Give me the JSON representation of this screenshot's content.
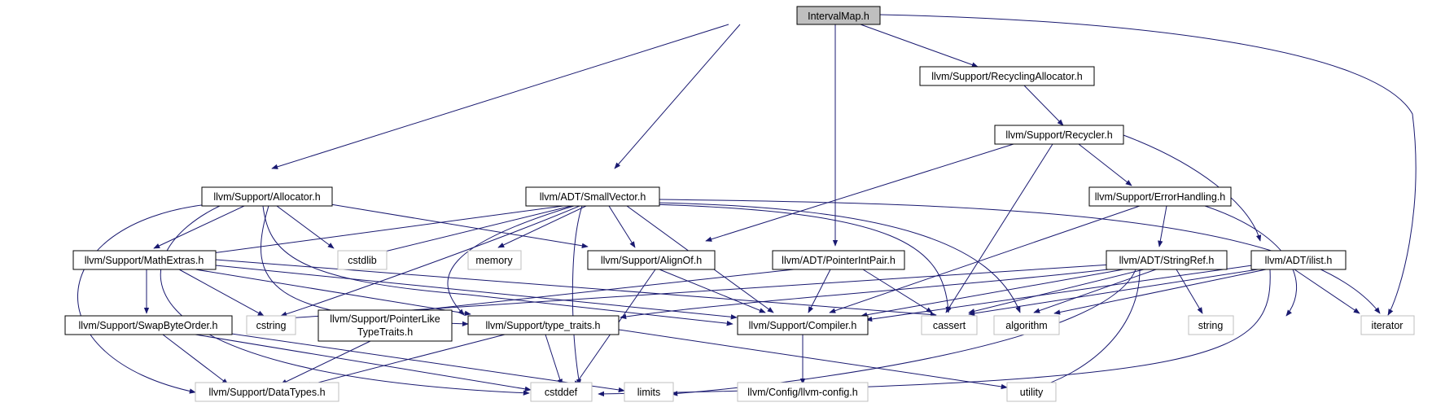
{
  "graph": {
    "edge_color": "#191970",
    "root_fill": "#bfbfbf",
    "system_border": "#bfbfbf",
    "nodes": {
      "intervalmap": "IntervalMap.h",
      "recycling_allocator": "llvm/Support/RecyclingAllocator.h",
      "recycler": "llvm/Support/Recycler.h",
      "allocator": "llvm/Support/Allocator.h",
      "smallvector": "llvm/ADT/SmallVector.h",
      "errorhandling": "llvm/Support/ErrorHandling.h",
      "mathextras": "llvm/Support/MathExtras.h",
      "cstdlib": "cstdlib",
      "memory": "memory",
      "alignof": "llvm/Support/AlignOf.h",
      "pointerintpair": "llvm/ADT/PointerIntPair.h",
      "stringref": "llvm/ADT/StringRef.h",
      "ilist": "llvm/ADT/ilist.h",
      "swapbyteorder": "llvm/Support/SwapByteOrder.h",
      "cstring": "cstring",
      "pointerlike_line1": "llvm/Support/PointerLike",
      "pointerlike_line2": "TypeTraits.h",
      "type_traits": "llvm/Support/type_traits.h",
      "compiler": "llvm/Support/Compiler.h",
      "cassert": "cassert",
      "algorithm": "algorithm",
      "string": "string",
      "iterator": "iterator",
      "datatypes": "llvm/Support/DataTypes.h",
      "cstddef": "cstddef",
      "limits": "limits",
      "llvm_config": "llvm/Config/llvm-config.h",
      "utility": "utility"
    }
  }
}
